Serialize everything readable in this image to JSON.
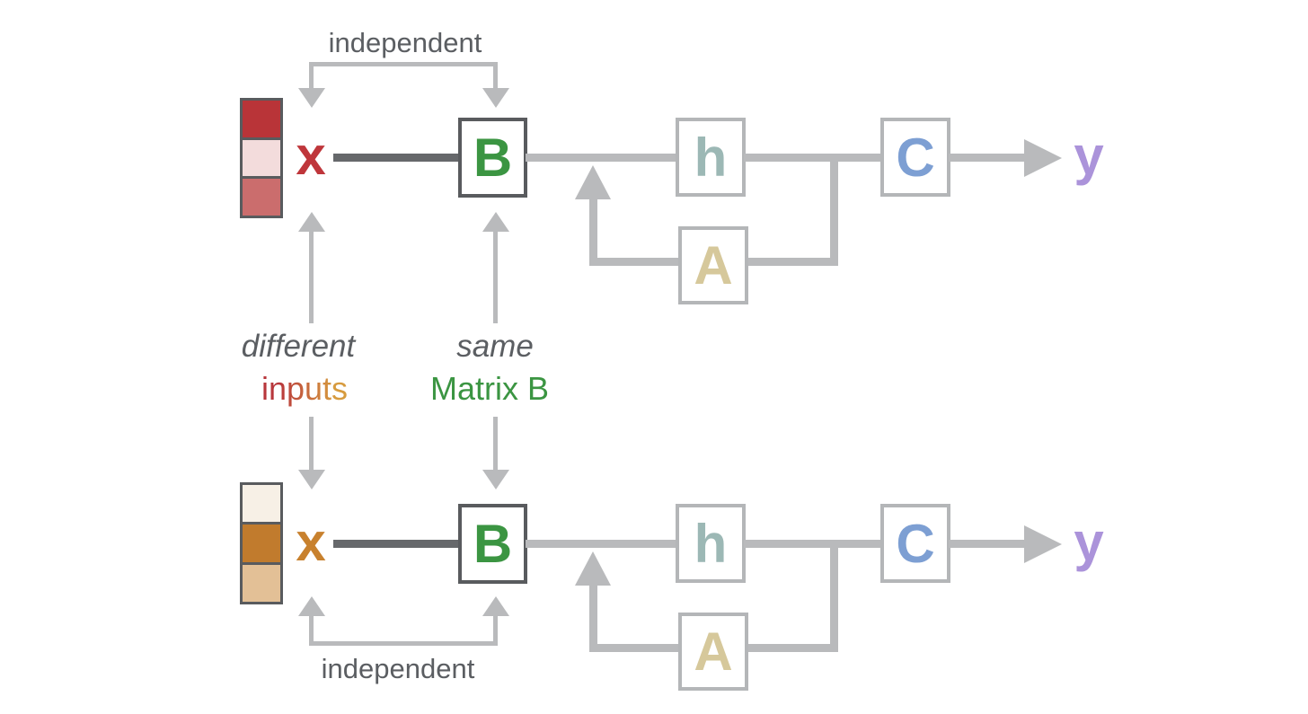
{
  "palette": {
    "canvas-bg": "#ffffff",
    "line-gray": "#b9babc",
    "line-dark": "#66686b",
    "border-dark": "#595b5e",
    "border-light": "#b4b6b8",
    "text-gray": "#5b5e62",
    "x-red": "#bf363b",
    "x-orange": "#c8812e",
    "matrix-green": "#3b9542",
    "state-teal": "#9cb8b5",
    "output-blue": "#7d9fd3",
    "transition-tan": "#d6c89b",
    "y-purple": "#ab93da",
    "inputs-grad-start": "#b8373c",
    "inputs-grad-end": "#d79b3e"
  },
  "annotations": {
    "top_independent": "independent",
    "bottom_independent": "independent",
    "different": "different",
    "inputs": "inputs",
    "same": "same",
    "matrix_b": "Matrix B"
  },
  "block_top": {
    "input_label": "x",
    "input_vector_cells": [
      "#b93438",
      "#f3dcdc",
      "#cb6d6d"
    ],
    "matrix_b": "B",
    "hidden_state": "h",
    "matrix_c": "C",
    "matrix_a": "A",
    "output_label": "y"
  },
  "block_bottom": {
    "input_label": "x",
    "input_vector_cells": [
      "#f7f0e6",
      "#c17b2d",
      "#e3c096"
    ],
    "matrix_b": "B",
    "hidden_state": "h",
    "matrix_c": "C",
    "matrix_a": "A",
    "output_label": "y"
  }
}
